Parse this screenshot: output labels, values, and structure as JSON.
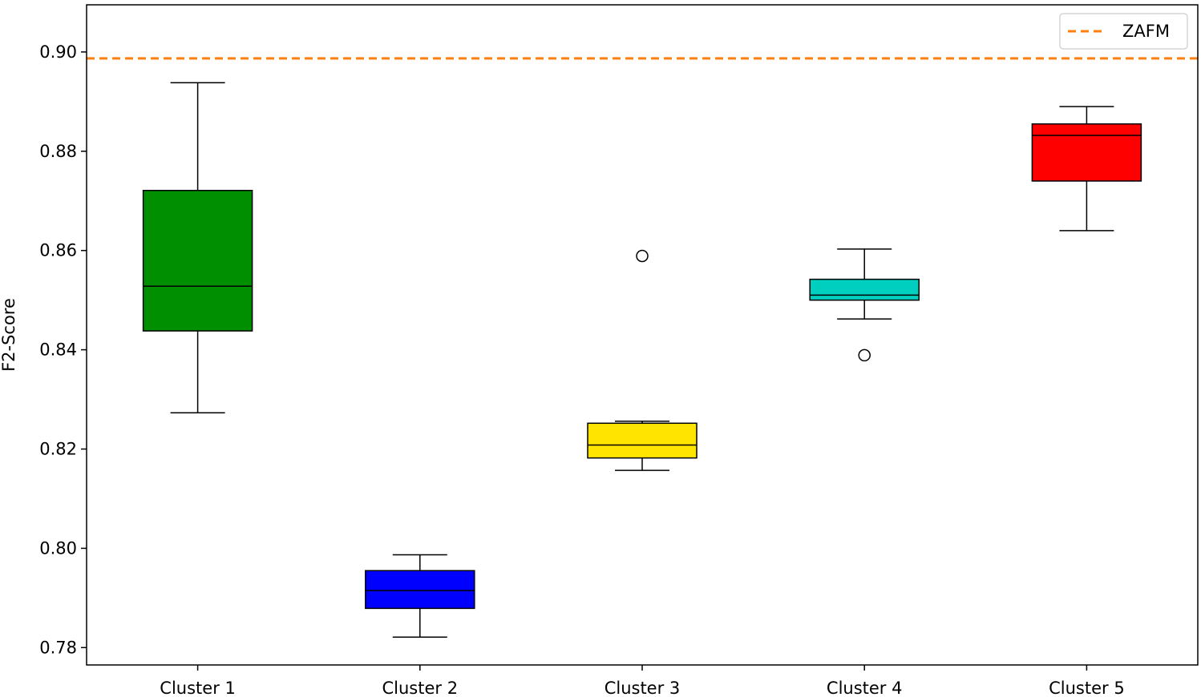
{
  "chart_data": {
    "type": "box",
    "title": "",
    "xlabel": "",
    "ylabel": "F2-Score",
    "ylim": [
      0.7765,
      0.9095
    ],
    "yticks": [
      0.78,
      0.8,
      0.82,
      0.84,
      0.86,
      0.88,
      0.9
    ],
    "ytick_labels": [
      "0.78",
      "0.80",
      "0.82",
      "0.84",
      "0.86",
      "0.88",
      "0.90"
    ],
    "grid": false,
    "legend_position": "top-right",
    "categories": [
      "Cluster 1",
      "Cluster 2",
      "Cluster 3",
      "Cluster 4",
      "Cluster 5"
    ],
    "boxes": [
      {
        "whisker_low": 0.8273,
        "q1": 0.8438,
        "median": 0.8528,
        "q3": 0.8721,
        "whisker_high": 0.8938,
        "outliers": [],
        "color": "#008f00"
      },
      {
        "whisker_low": 0.7821,
        "q1": 0.7879,
        "median": 0.7915,
        "q3": 0.7955,
        "whisker_high": 0.7987,
        "outliers": [],
        "color": "#0000ff"
      },
      {
        "whisker_low": 0.8157,
        "q1": 0.8182,
        "median": 0.8208,
        "q3": 0.8252,
        "whisker_high": 0.8256,
        "outliers": [
          0.8589
        ],
        "color": "#ffe400"
      },
      {
        "whisker_low": 0.8462,
        "q1": 0.85,
        "median": 0.851,
        "q3": 0.8542,
        "whisker_high": 0.8603,
        "outliers": [
          0.8389
        ],
        "color": "#00cfbf"
      },
      {
        "whisker_low": 0.864,
        "q1": 0.874,
        "median": 0.8832,
        "q3": 0.8855,
        "whisker_high": 0.889,
        "outliers": [],
        "color": "#ff0000"
      }
    ],
    "reference_line": {
      "name": "ZAFM",
      "value": 0.8987,
      "color": "#ff7f0e",
      "style": "dashed"
    }
  }
}
